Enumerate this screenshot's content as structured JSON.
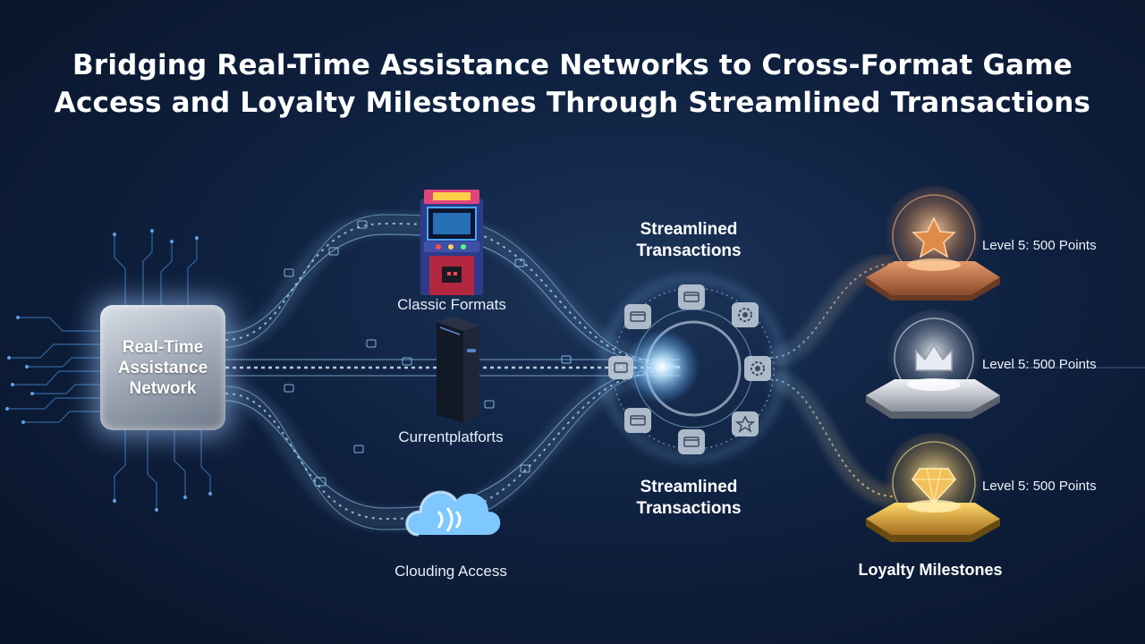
{
  "title": {
    "line1": "Bridging Real-Time Assistance Networks to Cross-Format Game",
    "line2": "Access and Loyalty Milestones Through Streamlined Transactions"
  },
  "hub": {
    "label": "Real-Time Assistance Network"
  },
  "formats": [
    {
      "label": "Classic Formats",
      "icon": "arcade-cabinet-icon"
    },
    {
      "label": "Currentplatforts",
      "icon": "game-console-icon"
    },
    {
      "label": "Clouding Access",
      "icon": "cloud-icon"
    }
  ],
  "transactions": {
    "top_label": "Streamlined\nTransactions",
    "bottom_label": "Streamlined\nTransactions",
    "icons": [
      "card-icon",
      "card-icon",
      "gear-icon",
      "card-icon",
      "gear-icon",
      "card-icon",
      "card-icon",
      "star-badge-icon"
    ]
  },
  "milestones": [
    {
      "label": "Level 5: 500 Points",
      "icon": "star-icon",
      "tier_color": "#c9774a"
    },
    {
      "label": "Level 5: 500 Points",
      "icon": "crown-icon",
      "tier_color": "#c8ccd4"
    },
    {
      "label": "Level 5: 500 Points",
      "icon": "diamond-icon",
      "tier_color": "#e2b14a"
    }
  ],
  "loyalty_title": "Loyalty Milestones",
  "colors": {
    "background": "#0f2140",
    "flow_blue": "#9fd4ff",
    "bronze": "#c9774a",
    "silver": "#c8ccd4",
    "gold": "#e2b14a"
  }
}
